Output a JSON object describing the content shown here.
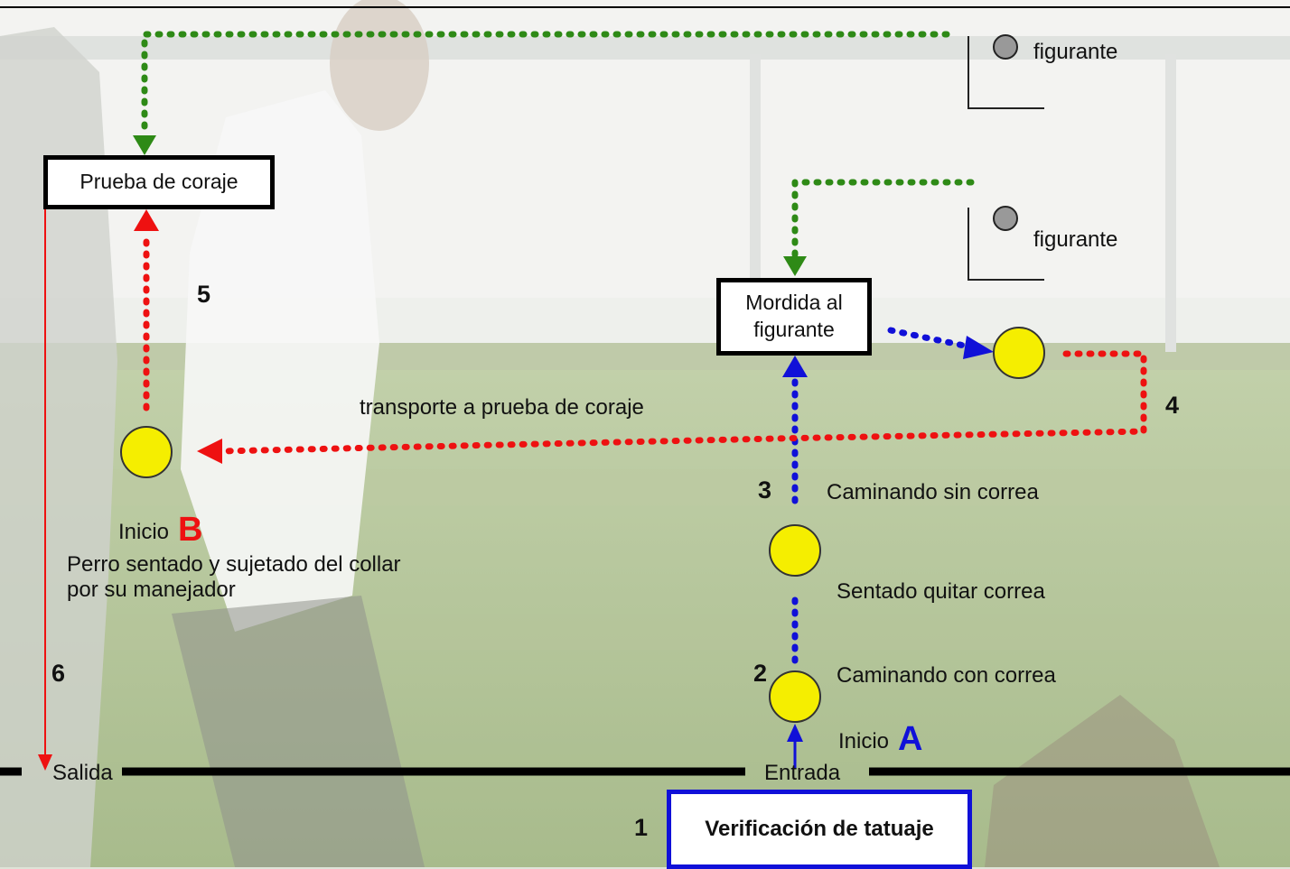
{
  "boxes": {
    "prueba": "Prueba de coraje",
    "mordida_line1": "Mordida al",
    "mordida_line2": "figurante",
    "verificacion": "Verificación de tatuaje"
  },
  "labels": {
    "figurante_top": "figurante",
    "figurante_mid": "figurante",
    "transporte": "transporte a prueba de coraje",
    "caminando_sin": "Caminando sin correa",
    "sentado": "Sentado quitar correa",
    "caminando_con": "Caminando con correa",
    "inicio_a": "Inicio",
    "inicio_b": "Inicio",
    "perro_line1": "Perro sentado y sujetado del collar",
    "perro_line2": "por su manejador",
    "salida": "Salida",
    "entrada": "Entrada"
  },
  "letters": {
    "a": "A",
    "b": "B"
  },
  "steps": [
    "1",
    "2",
    "3",
    "4",
    "5",
    "6"
  ],
  "colors": {
    "green": "#2e8a16",
    "blue": "#1010d8",
    "red": "#ee1111",
    "yellow": "#f5ee00",
    "gray": "#999999"
  }
}
